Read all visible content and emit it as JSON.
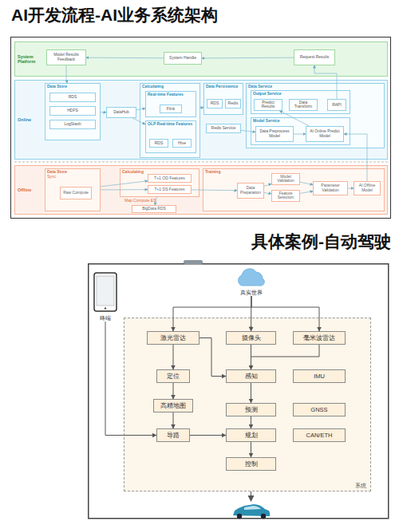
{
  "diagram": {
    "title": "AI开发流程-AI业务系统架构",
    "nodes": [
      {
        "text": [
          "System Platform"
        ]
      },
      {
        "text": [
          "Model Results Feedback"
        ],
        "in": 0
      },
      {
        "text": [
          "System Handle"
        ],
        "in": 0
      },
      {
        "text": [
          "Request Results"
        ],
        "in": 0
      },
      {
        "text": [
          "Online"
        ]
      },
      {
        "text": [
          "Data Store"
        ],
        "in": 4
      },
      {
        "text": [
          "RDS"
        ],
        "in": 5
      },
      {
        "text": [
          "HDFS"
        ],
        "in": 5
      },
      {
        "text": [
          "LogStash"
        ],
        "in": 5
      },
      {
        "text": [
          "DataHub"
        ],
        "in": 4
      },
      {
        "text": [
          "Calculating"
        ],
        "in": 4
      },
      {
        "text": [
          "Real-time Features"
        ],
        "in": 10
      },
      {
        "text": [
          "Flink"
        ],
        "in": 11
      },
      {
        "text": [
          "OLP Real-time Features"
        ],
        "in": 10
      },
      {
        "text": [
          "RDS"
        ],
        "in": 13
      },
      {
        "text": [
          "Hive"
        ],
        "in": 13
      },
      {
        "text": [
          "Data Persistence"
        ],
        "in": 4
      },
      {
        "text": [
          "RDS"
        ],
        "in": 16
      },
      {
        "text": [
          "Redis"
        ],
        "in": 16
      },
      {
        "text": [
          "Data Service"
        ],
        "in": 4
      },
      {
        "text": [
          "Output Service"
        ],
        "in": 19
      },
      {
        "text": [
          "Predict Results"
        ],
        "in": 20
      },
      {
        "text": [
          "Data Transform"
        ],
        "in": 20
      },
      {
        "text": [
          "RAPI"
        ],
        "in": 20
      },
      {
        "text": [
          "Model Service"
        ],
        "in": 19
      },
      {
        "text": [
          "Data Preprocess Model"
        ],
        "in": 24
      },
      {
        "text": [
          "AI Online Predict Model"
        ],
        "in": 24
      },
      {
        "text": [
          "Redis Service"
        ],
        "in": 4
      },
      {
        "text": [
          "Offline"
        ]
      },
      {
        "text": [
          "Data Store"
        ],
        "in": 28
      },
      {
        "text": [
          "Raw Compute"
        ],
        "in": 29
      },
      {
        "text": [
          "Calculating"
        ],
        "in": 28
      },
      {
        "text": [
          "T+1 OD Features"
        ],
        "in": 31
      },
      {
        "text": [
          "T+1 DS Features"
        ],
        "in": 31
      },
      {
        "text": [
          "BigData RDS"
        ],
        "in": 28
      },
      {
        "text": [
          "Training"
        ],
        "in": 28
      },
      {
        "text": [
          "Data Preparation"
        ],
        "in": 35
      },
      {
        "text": [
          "Model Validation"
        ],
        "in": 35
      },
      {
        "text": [
          "Feature Selection"
        ],
        "in": 35
      },
      {
        "text": [
          "Parameter Validation"
        ],
        "in": 35
      },
      {
        "text": [
          "AI Offline Model"
        ],
        "in": 35
      },
      {
        "text": [
          "终端"
        ]
      },
      {
        "text": [
          "真实世界"
        ]
      },
      {
        "text": [
          "系统"
        ]
      },
      {
        "text": [
          "激光雷达"
        ],
        "in": 43
      },
      {
        "text": [
          "摄像头"
        ],
        "in": 43
      },
      {
        "text": [
          "毫米波雷达"
        ],
        "in": 43
      },
      {
        "text": [
          "定位"
        ],
        "in": 43
      },
      {
        "text": [
          "感知"
        ],
        "in": 43
      },
      {
        "text": [
          "IMU"
        ],
        "in": 43
      },
      {
        "text": [
          "高精地图"
        ],
        "in": 43
      },
      {
        "text": [
          "预测"
        ],
        "in": 43
      },
      {
        "text": [
          "GNSS"
        ],
        "in": 43
      },
      {
        "text": [
          "导路"
        ],
        "in": 43
      },
      {
        "text": [
          "规划"
        ],
        "in": 43
      },
      {
        "text": [
          "CAN/ETH"
        ],
        "in": 43
      },
      {
        "text": [
          "控制"
        ],
        "in": 43
      }
    ],
    "edges": [
      {
        "from": 3,
        "to": 2,
        "arrow": "to"
      },
      {
        "from": 2,
        "to": 1,
        "arrow": "to"
      },
      {
        "from": 1,
        "to": 5,
        "arrow": "to"
      },
      {
        "from": 5,
        "to": 9,
        "arrow": "to"
      },
      {
        "from": 9,
        "to": 11,
        "arrow": "to"
      },
      {
        "from": 9,
        "to": 13,
        "arrow": "to"
      },
      {
        "from": 10,
        "to": 16,
        "arrow": "to"
      },
      {
        "from": 27,
        "to": 25,
        "arrow": "to"
      },
      {
        "from": 25,
        "to": 26,
        "arrow": "to"
      },
      {
        "from": 26,
        "to": 21,
        "arrow": "to"
      },
      {
        "from": 23,
        "to": 3,
        "arrow": "to"
      },
      {
        "from": 40,
        "to": 26,
        "arrow": "to"
      },
      {
        "from": 29,
        "to": 32,
        "arrow": "to"
      },
      {
        "from": 29,
        "to": 33,
        "arrow": "to"
      },
      {
        "from": 31,
        "to": 34,
        "arrow": "to"
      },
      {
        "from": 33,
        "to": 36,
        "arrow": "to"
      },
      {
        "from": 36,
        "to": 37,
        "arrow": "to"
      },
      {
        "from": 36,
        "to": 38,
        "arrow": "to"
      },
      {
        "from": 37,
        "to": 39,
        "arrow": "to"
      },
      {
        "from": 38,
        "to": 39,
        "arrow": "to"
      },
      {
        "from": 39,
        "to": 40,
        "arrow": "to"
      },
      {
        "from": 42,
        "to": 44,
        "arrow": "to"
      },
      {
        "from": 42,
        "to": 45,
        "arrow": "to"
      },
      {
        "from": 42,
        "to": 46,
        "arrow": "to"
      },
      {
        "from": 44,
        "to": 47,
        "arrow": "to"
      },
      {
        "from": 44,
        "to": 48,
        "arrow": "to"
      },
      {
        "from": 45,
        "to": 48,
        "arrow": "to"
      },
      {
        "from": 46,
        "to": 48,
        "arrow": "to"
      },
      {
        "from": 47,
        "to": 50,
        "arrow": "to"
      },
      {
        "from": 50,
        "to": 53,
        "arrow": "to"
      },
      {
        "from": 48,
        "to": 51,
        "arrow": "to"
      },
      {
        "from": 51,
        "to": 54,
        "arrow": "to"
      },
      {
        "from": 53,
        "to": 54,
        "arrow": "to"
      },
      {
        "from": 54,
        "to": 56,
        "arrow": "to"
      },
      {
        "from": 41,
        "to": 53,
        "arrow": "to"
      }
    ],
    "labels": [
      "具体案例-自动驾驶",
      "Sync",
      "Map Compute ES"
    ]
  }
}
